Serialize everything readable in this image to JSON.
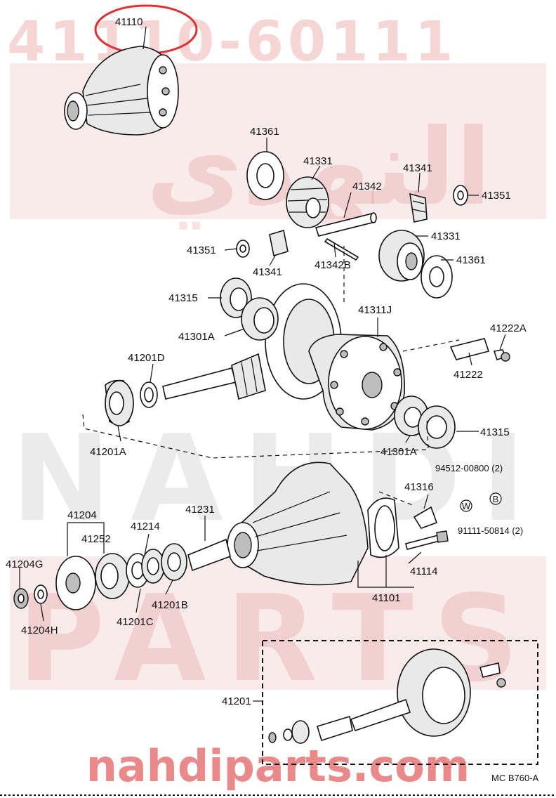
{
  "watermarks": {
    "top_part_number": "41110-60111",
    "arabic_brand": "النهدي",
    "brand_word_1": "NAHDI",
    "brand_word_2": "PARTS",
    "site_url": "nahdiparts.com"
  },
  "highlight": {
    "part": "41110",
    "color": "#e03030"
  },
  "labels": {
    "p41110": "41110",
    "p41361_top": "41361",
    "p41331_top": "41331",
    "p41341_top": "41341",
    "p41351_right": "41351",
    "p41342": "41342",
    "p41351_left": "41351",
    "p41341_left": "41341",
    "p41342B": "41342B",
    "p41331_right": "41331",
    "p41361_right": "41361",
    "p41315_left": "41315",
    "p41311J": "41311J",
    "p41301A_left": "41301A",
    "p41222A": "41222A",
    "p41201D": "41201D",
    "p41222": "41222",
    "p41315_right": "41315",
    "p41201A": "41201A",
    "p41301A_right": "41301A",
    "p94512": "94512-00800 (2)",
    "p41316": "41316",
    "p41204": "41204",
    "p41214": "41214",
    "p41231": "41231",
    "p41252": "41252",
    "p91111": "91111-50814 (2)",
    "p41204G": "41204G",
    "p41114": "41114",
    "p41101": "41101",
    "p41201B": "41201B",
    "p41201C": "41201C",
    "p41204H": "41204H",
    "p41201": "41201",
    "w_symbol": "W",
    "b_symbol": "B",
    "footer_code": "MC  B760-A"
  }
}
